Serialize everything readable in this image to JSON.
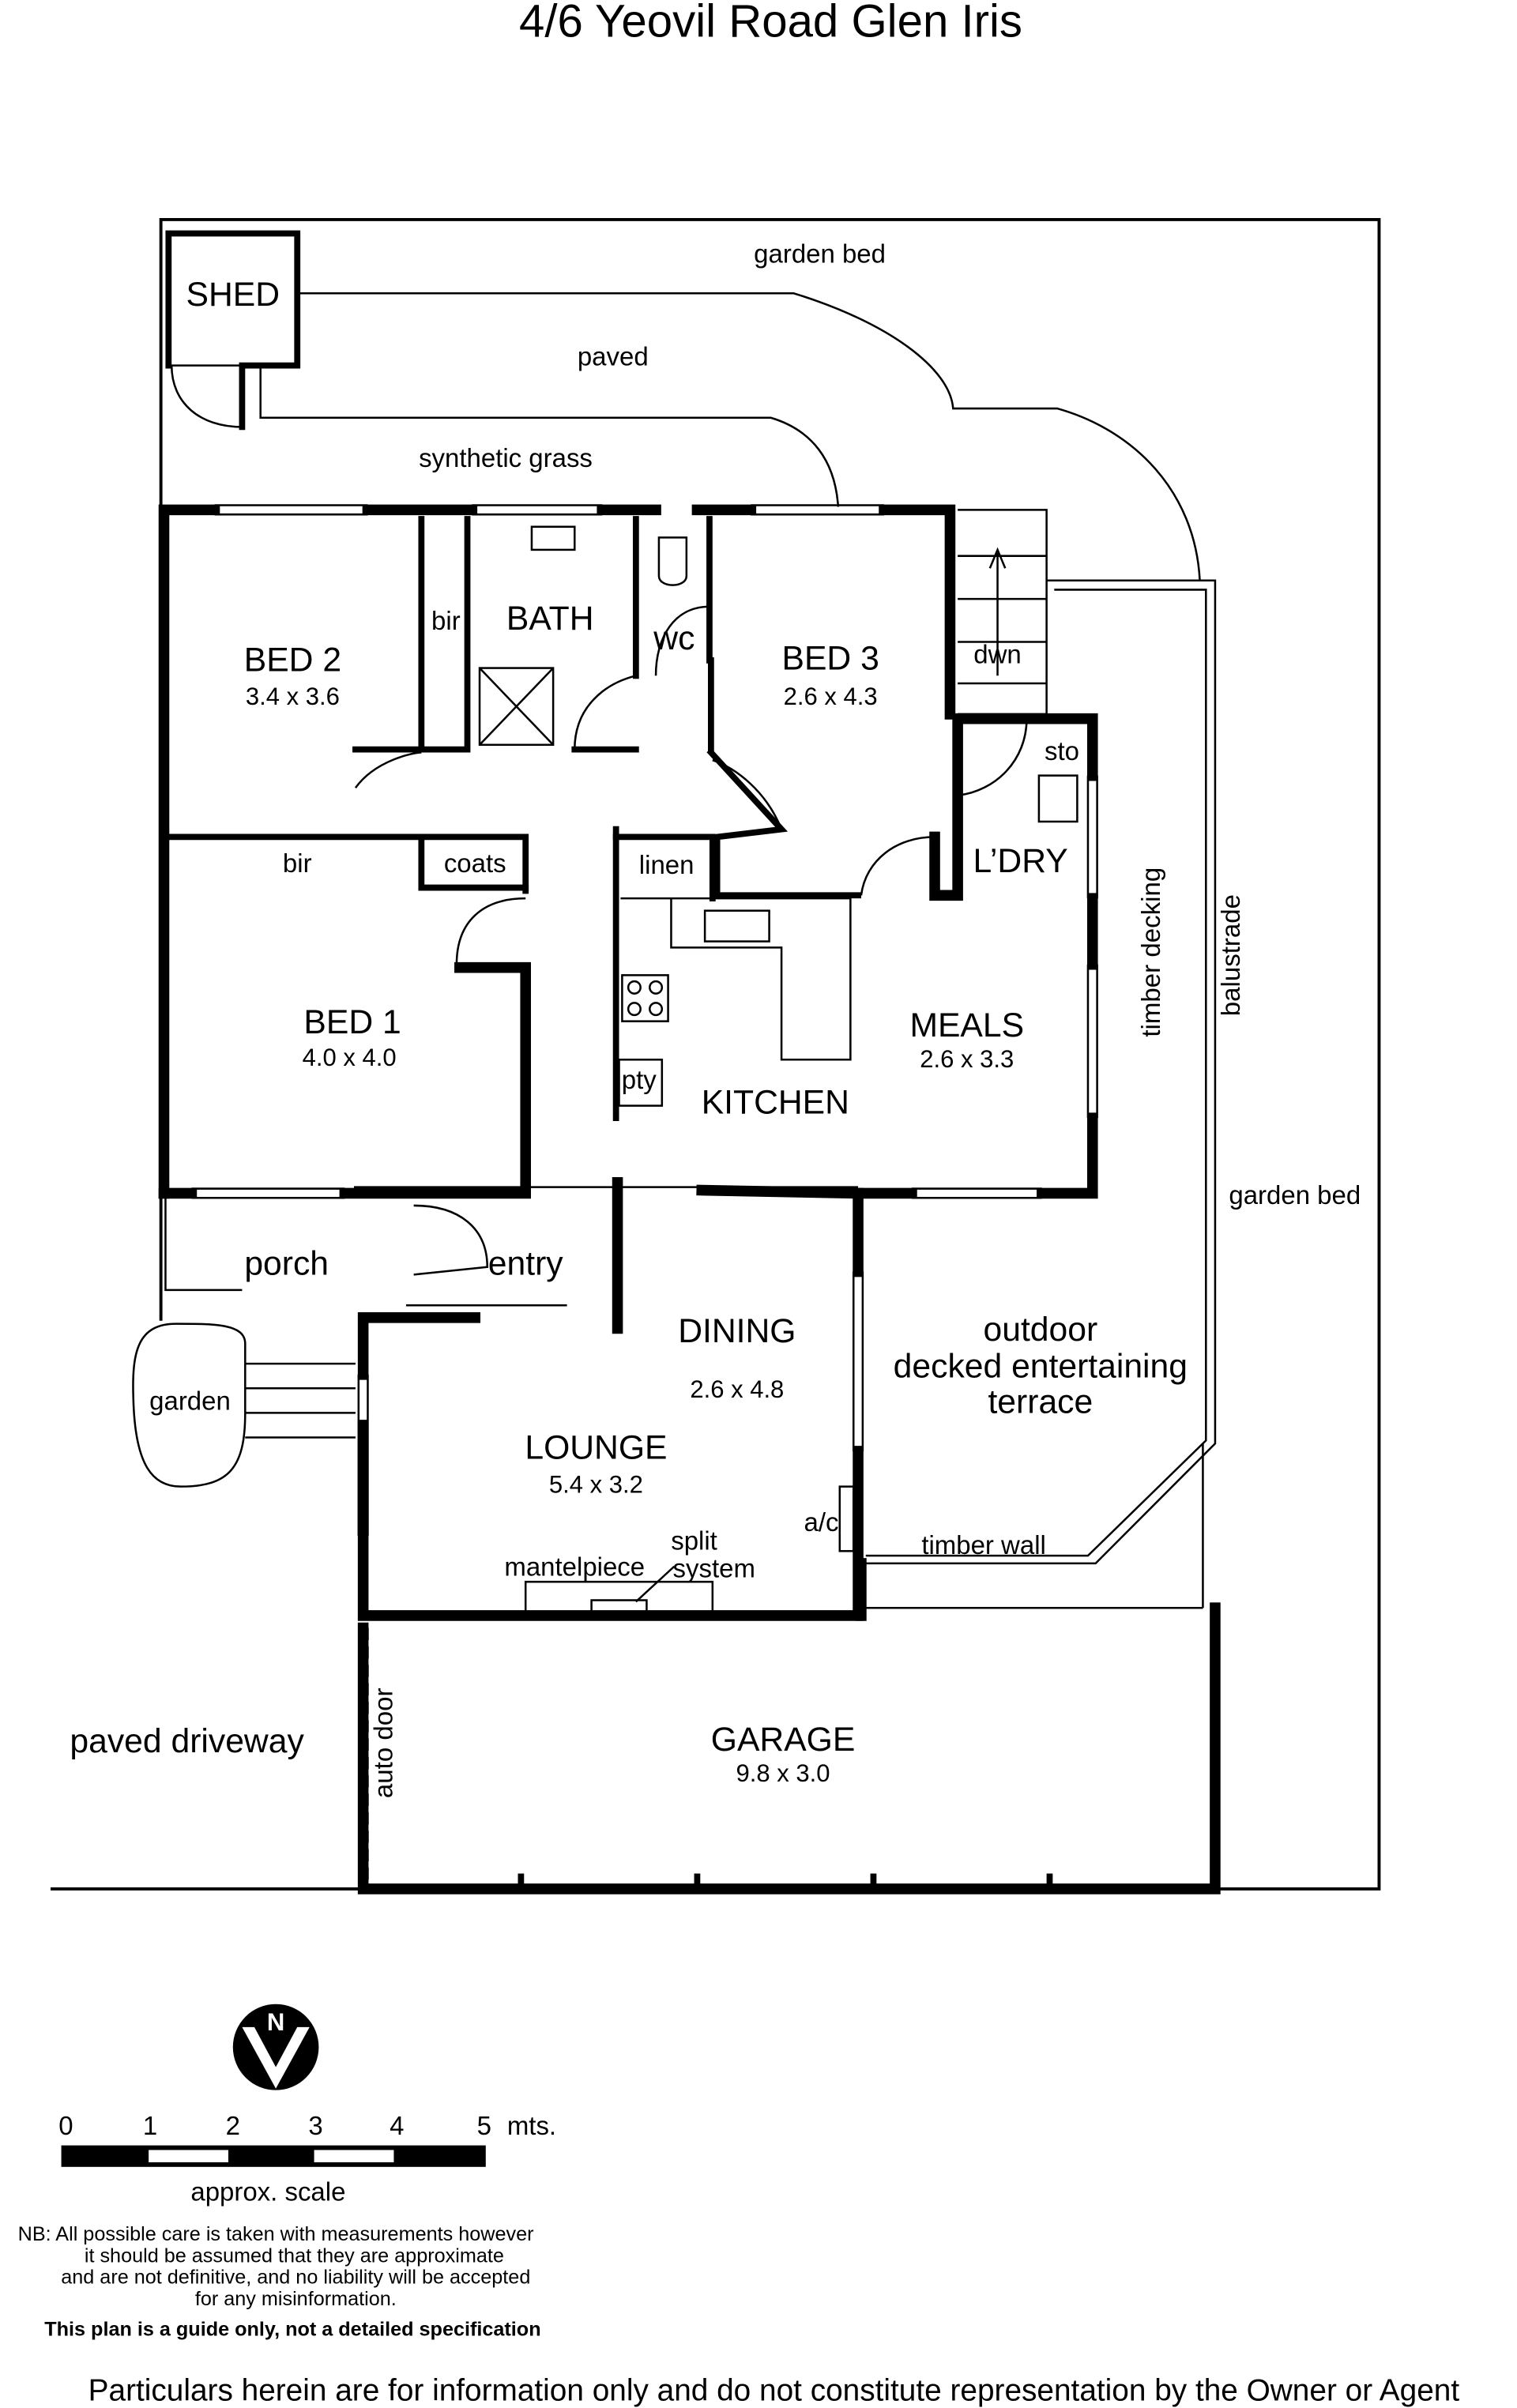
{
  "title": "4/6 Yeovil Road Glen Iris",
  "labels": {
    "garden_bed_top": "garden bed",
    "paved": "paved",
    "synthetic_grass": "synthetic grass",
    "shed": "SHED",
    "bir_bed2": "bir",
    "bath": "BATH",
    "wc": "wc",
    "dwn": "dwn",
    "sto": "sto",
    "bir_bed1": "bir",
    "coats": "coats",
    "linen": "linen",
    "ldry": "L’DRY",
    "timber_decking": "timber decking",
    "balustrade": "balustrade",
    "pty": "pty",
    "kitchen": "KITCHEN",
    "garden_bed_right": "garden bed",
    "porch": "porch",
    "entry": "entry",
    "outdoor_1": "outdoor",
    "outdoor_2": "decked entertaining",
    "outdoor_3": "terrace",
    "garden": "garden",
    "ac": "a/c",
    "split": "split",
    "system": "system",
    "mantelpiece": "mantelpiece",
    "timber_wall": "timber wall",
    "paved_driveway": "paved driveway",
    "auto_door": "auto door"
  },
  "rooms": {
    "bed2": {
      "name": "BED 2",
      "dims": "3.4 x 3.6"
    },
    "bed3": {
      "name": "BED 3",
      "dims": "2.6 x 4.3"
    },
    "bed1": {
      "name": "BED 1",
      "dims": "4.0 x 4.0"
    },
    "meals": {
      "name": "MEALS",
      "dims": "2.6 x 3.3"
    },
    "dining": {
      "name": "DINING",
      "dims": "2.6 x 4.8"
    },
    "lounge": {
      "name": "LOUNGE",
      "dims": "5.4 x 3.2"
    },
    "garage": {
      "name": "GARAGE",
      "dims": "9.8 x 3.0"
    }
  },
  "compass": {
    "letter": "N"
  },
  "scale": {
    "ticks": [
      "0",
      "1",
      "2",
      "3",
      "4",
      "5"
    ],
    "unit": "mts.",
    "caption": "approx. scale"
  },
  "disclaimer": {
    "lines": [
      "NB: All possible care is taken with measurements however",
      "it should be assumed that they are approximate",
      "and are not definitive, and no liability will be accepted",
      "for any misinformation."
    ],
    "bold": "This plan is a guide only, not a detailed specification"
  },
  "footer": "Particulars herein are for information only and do not constitute representation by the Owner or Agent"
}
